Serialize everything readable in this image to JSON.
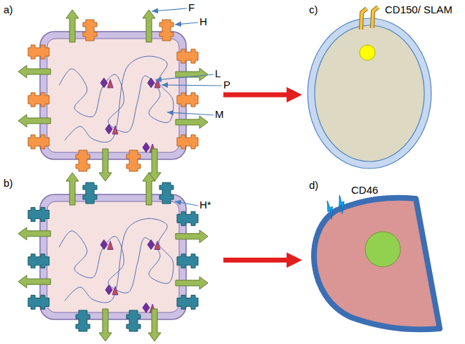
{
  "diagram": {
    "nodes": [
      {
        "text": [
          "a)"
        ]
      },
      {
        "text": [
          "b)"
        ]
      },
      {
        "text": [
          "c)",
          "CD150/ SLAM"
        ]
      },
      {
        "text": [
          "d)",
          "CD46"
        ]
      }
    ],
    "edges": [
      {
        "from": 0,
        "to": 2,
        "arrow": "to"
      },
      {
        "from": 1,
        "to": 3,
        "arrow": "to"
      }
    ],
    "labels": [
      "F",
      "H",
      "L",
      "P",
      "M",
      "H*"
    ]
  }
}
